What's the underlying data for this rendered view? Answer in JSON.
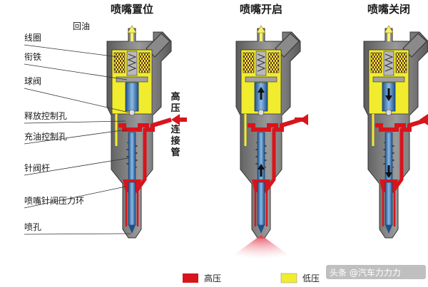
{
  "titles": {
    "injector_1": "喷嘴置位",
    "injector_2": "喷嘴开启",
    "injector_3": "喷嘴关闭"
  },
  "labels": {
    "return_oil": "回油",
    "coil": "线圈",
    "armature": "衔铁",
    "ball_valve": "球阀",
    "release_orifice": "释放控制孔",
    "fill_orifice": "充油控制孔",
    "needle_rod": "针阀杆",
    "pressure_ring": "喷嘴针阀压力环",
    "nozzle_hole": "喷孔",
    "hp_pipe_chars": [
      "高",
      "压",
      "连",
      "接",
      "管"
    ]
  },
  "legend": {
    "high_pressure": "高压",
    "low_pressure": "低压"
  },
  "watermark": "头条 @汽车力力力",
  "colors": {
    "high_pressure": "#d8141c",
    "low_pressure": "#f2ec2e",
    "body": "#7a7a7a",
    "body_dark": "#4e4e4e",
    "needle": "#3a7fc4",
    "spray": "#f07e8a",
    "arrow_return": "#f7f16a"
  }
}
